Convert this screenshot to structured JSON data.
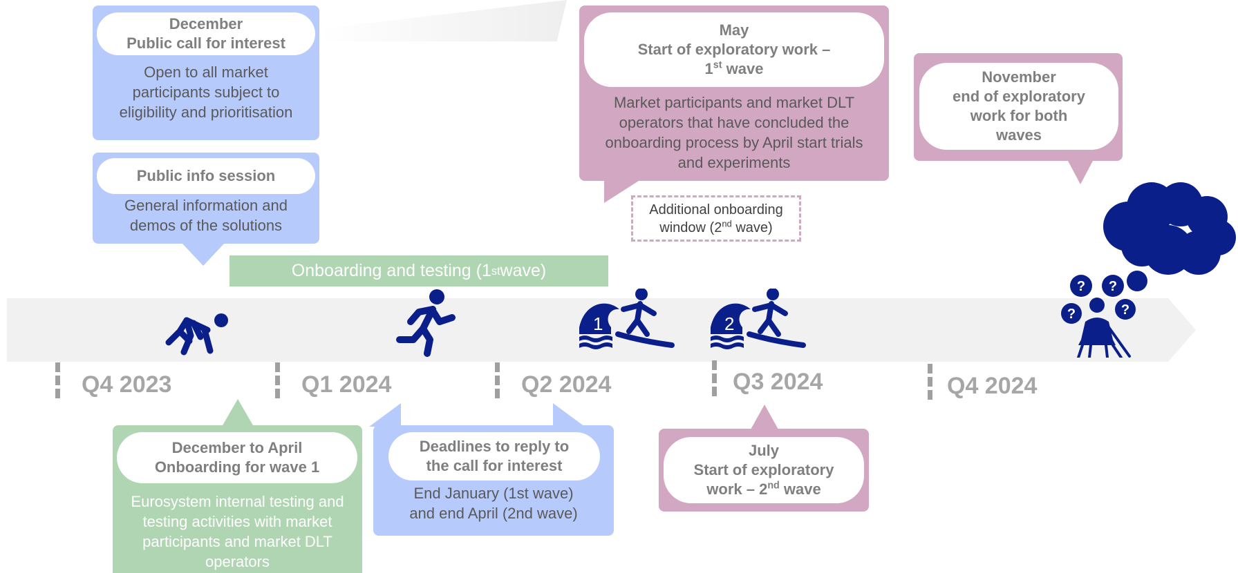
{
  "colors": {
    "blue_box": "#b7cafc",
    "pink_box": "#d2a7c2",
    "green_box": "#b0d5b2",
    "icon_navy": "#0b1f8a",
    "timeline_band": "#f1f1f1",
    "quarter_text": "#a6a6a6"
  },
  "callouts": {
    "december_call": {
      "title_line1": "December",
      "title_line2": "Public call for interest",
      "body": [
        "Open to all market",
        "participants subject to",
        "eligibility and prioritisation"
      ]
    },
    "info_session": {
      "title": "Public info session",
      "body": [
        "General information and",
        "demos of the solutions"
      ]
    },
    "may_start": {
      "title_line1": "May",
      "title_line2": "Start of exploratory work –",
      "title_line3_prefix": "1",
      "title_line3_sup": "st",
      "title_line3_suffix": " wave",
      "body": [
        "Market participants and market DLT",
        "operators that have concluded the",
        "onboarding process by April start trials",
        "and experiments"
      ]
    },
    "november_end": {
      "title": [
        "November",
        "end of exploratory",
        "work for both",
        "waves"
      ]
    },
    "additional_window": {
      "line1": "Additional onboarding",
      "line2_prefix": "window (2",
      "line2_sup": "nd",
      "line2_suffix": " wave)"
    },
    "onboarding_bar": {
      "prefix": "Onboarding and testing (1",
      "sup": "st",
      "suffix": " wave)"
    },
    "december_april": {
      "title_line1": "December  to April",
      "title_line2": "Onboarding for wave 1",
      "body": [
        "Eurosystem internal testing and",
        "testing activities with market",
        "participants and market DLT",
        "operators"
      ]
    },
    "deadlines": {
      "title_line1": "Deadlines to reply to",
      "title_line2": "the call for interest",
      "body": [
        "End January (1st wave)",
        "and end April (2nd wave)"
      ]
    },
    "july_start": {
      "title_line1": "July",
      "title_line2": "Start of exploratory",
      "title_line3_prefix": "work – 2",
      "title_line3_sup": "nd",
      "title_line3_suffix": " wave"
    }
  },
  "quarters": [
    "Q4 2023",
    "Q1 2024",
    "Q2 2024",
    "Q3 2024",
    "Q4 2024"
  ],
  "icons": {
    "crouch": "sprinter-crouch-icon",
    "runner": "runner-icon",
    "surfer1": "surfer-icon",
    "surfer1_label": "1",
    "surfer2": "surfer-icon",
    "surfer2_label": "2",
    "thinker": "thinking-person-icon",
    "question_mark": "?",
    "cloud": "thought-cloud-icon"
  }
}
